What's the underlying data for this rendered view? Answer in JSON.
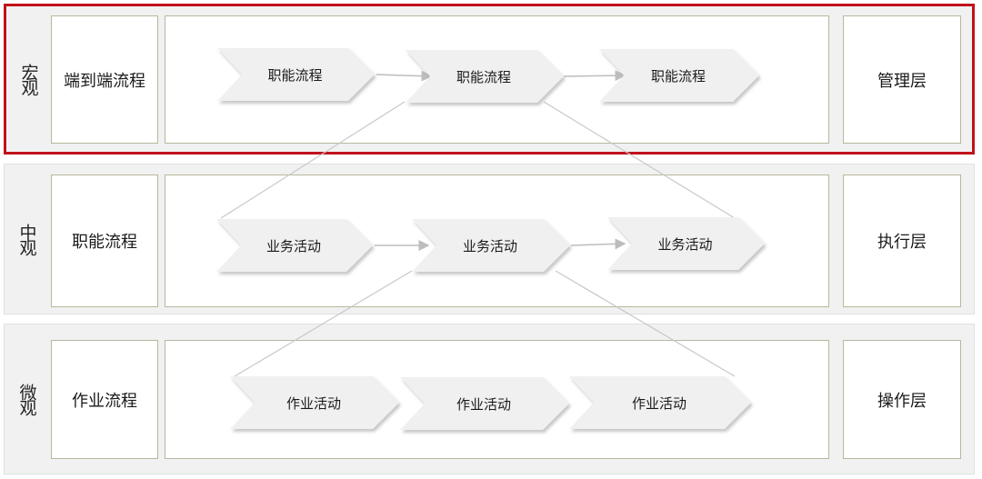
{
  "levels": [
    {
      "level_label": "宏观",
      "process_name": "端到端流程",
      "steps": [
        "职能流程",
        "职能流程",
        "职能流程"
      ],
      "layer_name": "管理层"
    },
    {
      "level_label": "中观",
      "process_name": "职能流程",
      "steps": [
        "业务活动",
        "业务活动",
        "业务活动"
      ],
      "layer_name": "执行层"
    },
    {
      "level_label": "微观",
      "process_name": "作业流程",
      "steps": [
        "作业活动",
        "作业活动",
        "作业活动"
      ],
      "layer_name": "操作层"
    }
  ],
  "colors": {
    "highlight_border": "#c0121c",
    "band_background": "#f1f1f1",
    "box_border": "#b9b79c",
    "chevron_fill": "#f0f0f0",
    "connector": "#bdbdbd"
  }
}
